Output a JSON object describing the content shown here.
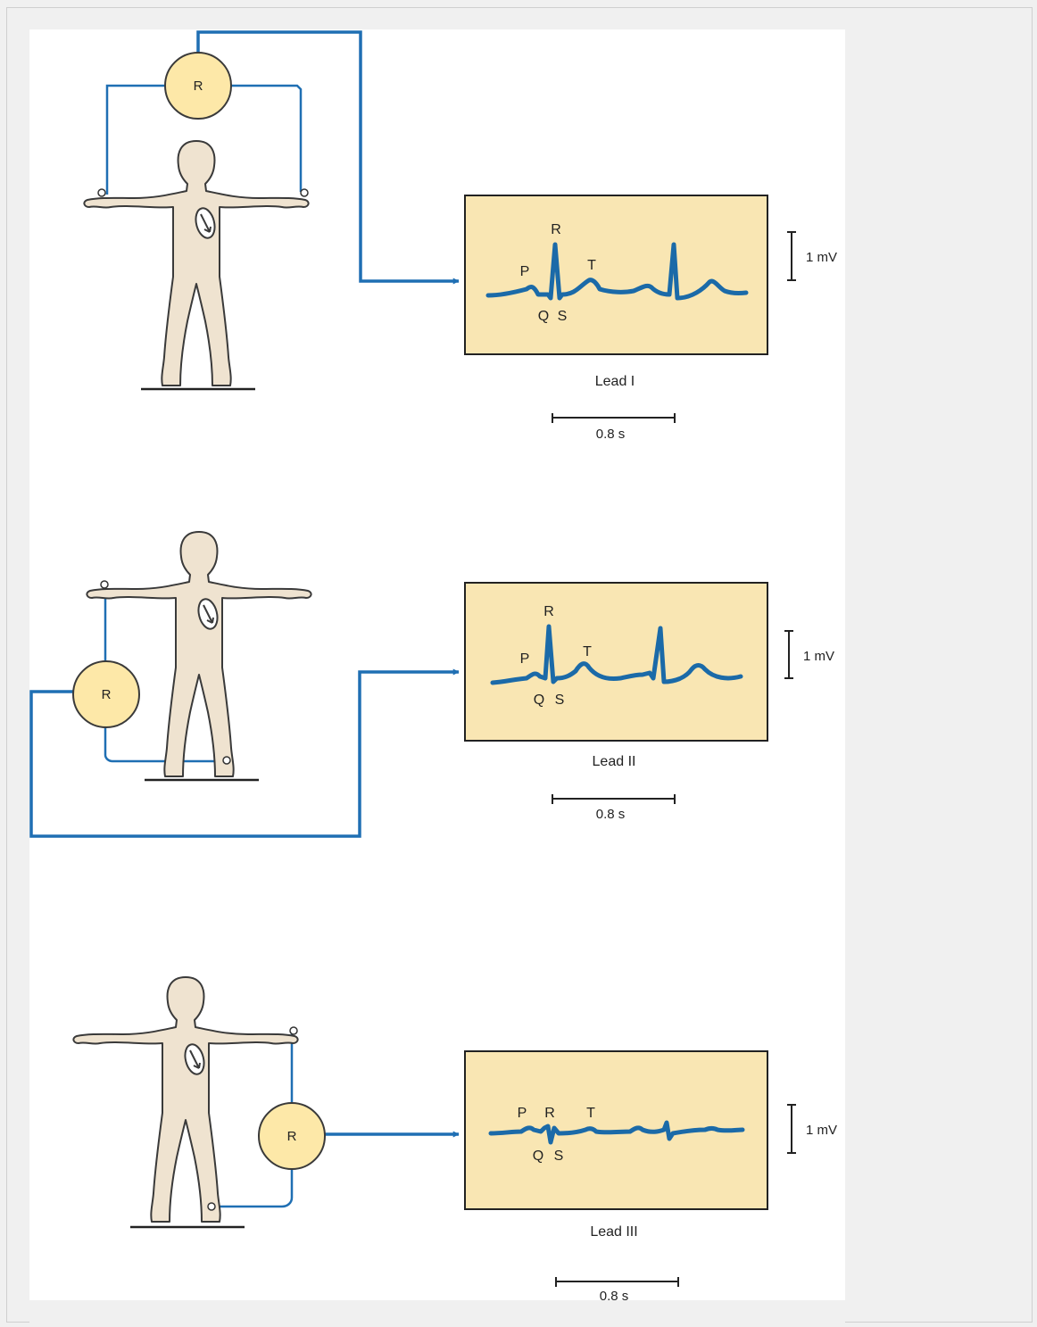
{
  "colors": {
    "wire": "#1f6fb3",
    "trace": "#1b6aa8",
    "panel_fill": "#f9e6b3",
    "body_fill": "#efe3d0",
    "meter_fill": "#fde8a8",
    "outline": "#3a3a3a",
    "page_bg": "#f0f0f0",
    "canvas_bg": "#ffffff"
  },
  "leads": [
    {
      "id": "lead-1",
      "lead_label": "Lead I",
      "meter_label": "R",
      "scale_mv": "1 mV",
      "scale_time": "0.8 s",
      "waves": {
        "p": "P",
        "r": "R",
        "t": "T",
        "q": "Q",
        "s": "S"
      }
    },
    {
      "id": "lead-2",
      "lead_label": "Lead II",
      "meter_label": "R",
      "scale_mv": "1 mV",
      "scale_time": "0.8 s",
      "waves": {
        "p": "P",
        "r": "R",
        "t": "T",
        "q": "Q",
        "s": "S"
      }
    },
    {
      "id": "lead-3",
      "lead_label": "Lead III",
      "meter_label": "R",
      "scale_mv": "1 mV",
      "scale_time": "0.8 s",
      "waves": {
        "p": "P",
        "r": "R",
        "t": "T",
        "q": "Q",
        "s": "S"
      }
    }
  ]
}
